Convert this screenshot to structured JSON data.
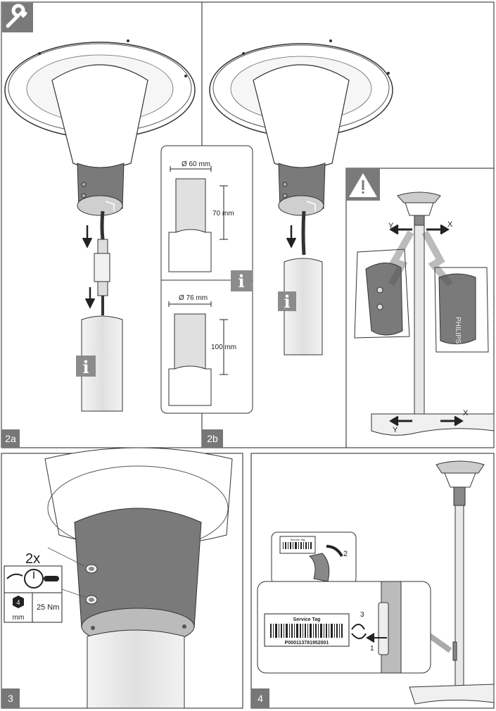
{
  "panels": {
    "p2a": {
      "step": "2a"
    },
    "p2b": {
      "step": "2b"
    },
    "p3": {
      "step": "3",
      "count": "2x",
      "hex_size": "4",
      "hex_unit": "mm",
      "torque": "25 Nm"
    },
    "p4": {
      "step": "4",
      "tag_title": "Service Tag",
      "tag_code": "P000113781952001",
      "arrow_1": "1",
      "arrow_2": "2",
      "arrow_3": "3"
    }
  },
  "info_box": {
    "top": {
      "diameter": "Ø 60 mm",
      "length": "70 mm"
    },
    "bottom": {
      "diameter": "Ø 76 mm",
      "length": "100 mm"
    },
    "info_glyph": "i"
  },
  "warning": {
    "axis_x": "X",
    "axis_y": "Y",
    "brand": "PHILIPS"
  },
  "colors": {
    "tube_grey": "#7a7a7a",
    "info_grey": "#8c8c8c",
    "step_bg": "#777777",
    "pole": "#e4e4e4"
  },
  "icons": [
    "wrench-icon",
    "info-icon",
    "warning-icon",
    "hex-key-icon",
    "torque-wrench-icon"
  ]
}
